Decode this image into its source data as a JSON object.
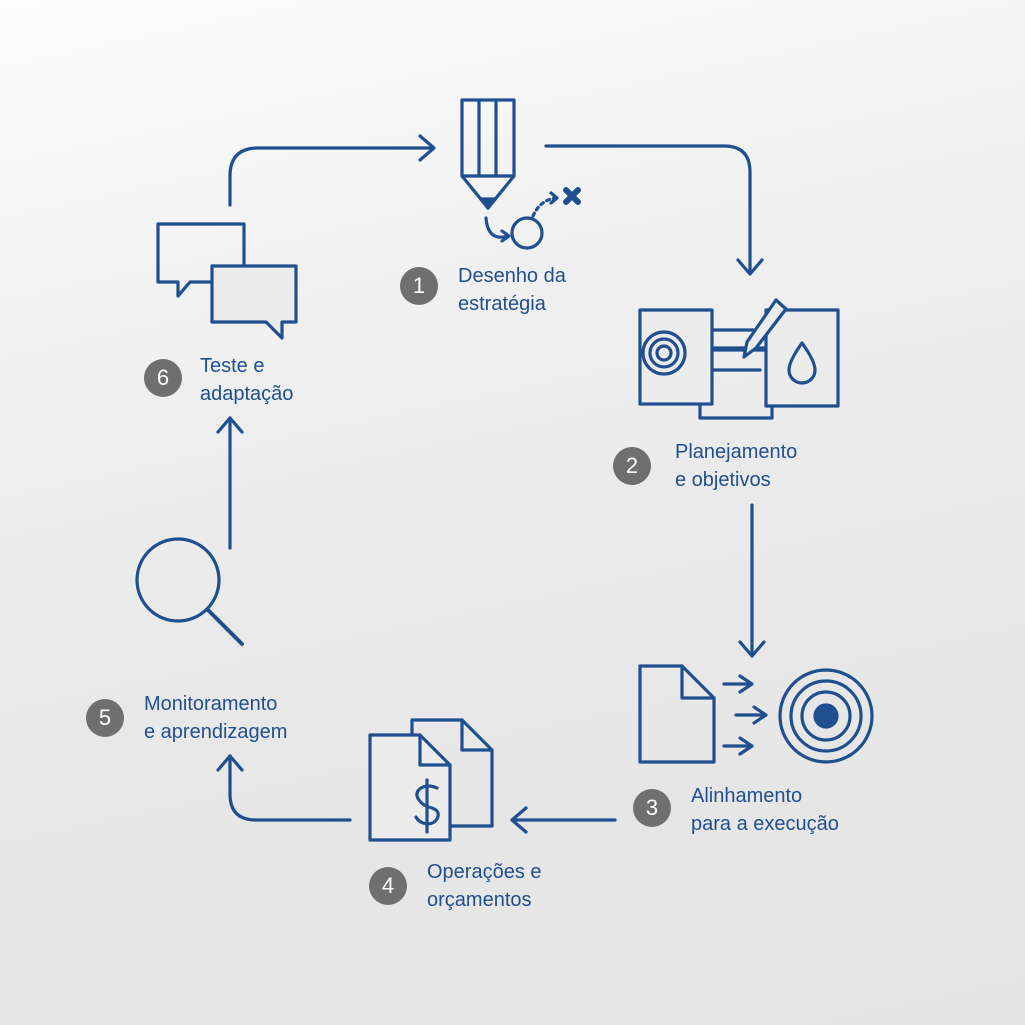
{
  "colors": {
    "stroke": "#1f4f8f",
    "badge": "#6f6f70",
    "badge_text": "#ffffff",
    "background": "#ececec"
  },
  "steps": [
    {
      "number": "1",
      "line1": "Desenho da",
      "line2": "estratégia",
      "icon": "pencil-strategy-icon"
    },
    {
      "number": "2",
      "line1": "Planejamento",
      "line2": "e objetivos",
      "icon": "planning-documents-icon"
    },
    {
      "number": "3",
      "line1": "Alinhamento",
      "line2": "para a execução",
      "icon": "document-target-icon"
    },
    {
      "number": "4",
      "line1": "Operações e",
      "line2": "orçamentos",
      "icon": "budget-documents-icon"
    },
    {
      "number": "5",
      "line1": "Monitoramento",
      "line2": "e aprendizagem",
      "icon": "magnifier-icon"
    },
    {
      "number": "6",
      "line1": "Teste e",
      "line2": "adaptação",
      "icon": "speech-bubbles-icon"
    }
  ]
}
